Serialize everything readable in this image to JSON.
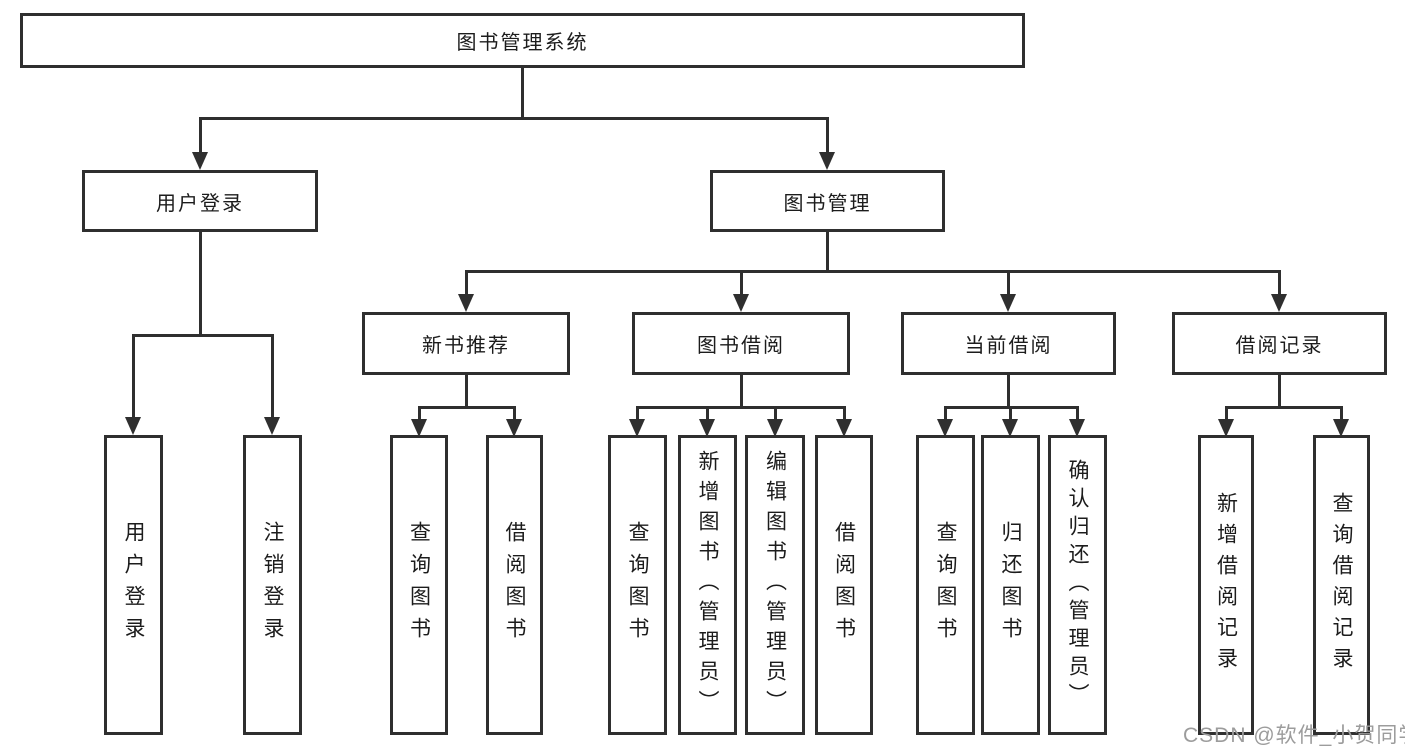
{
  "tree": {
    "root": {
      "label": "图书管理系统"
    },
    "level2": [
      {
        "label": "用户登录"
      },
      {
        "label": "图书管理"
      }
    ],
    "level3": [
      {
        "label": "新书推荐"
      },
      {
        "label": "图书借阅"
      },
      {
        "label": "当前借阅"
      },
      {
        "label": "借阅记录"
      }
    ],
    "leaves": {
      "user_login": [
        {
          "label": "用户登录"
        },
        {
          "label": "注销登录"
        }
      ],
      "new_book": [
        {
          "label": "查询图书"
        },
        {
          "label": "借阅图书"
        }
      ],
      "book_borrow": [
        {
          "label": "查询图书"
        },
        {
          "label": "新增图书（管理员）"
        },
        {
          "label": "编辑图书（管理员）"
        },
        {
          "label": "借阅图书"
        }
      ],
      "current_borrow": [
        {
          "label": "查询图书"
        },
        {
          "label": "归还图书"
        },
        {
          "label": "确认归还（管理员）"
        }
      ],
      "borrow_record": [
        {
          "label": "新增借阅记录"
        },
        {
          "label": "查询借阅记录"
        }
      ]
    }
  },
  "watermark": {
    "text": "CSDN @软件_小贺同学"
  },
  "colors": {
    "line": "#2f2f2f",
    "text": "#1c1c1c",
    "background": "#ffffff",
    "watermark": "#9c9c9c"
  }
}
